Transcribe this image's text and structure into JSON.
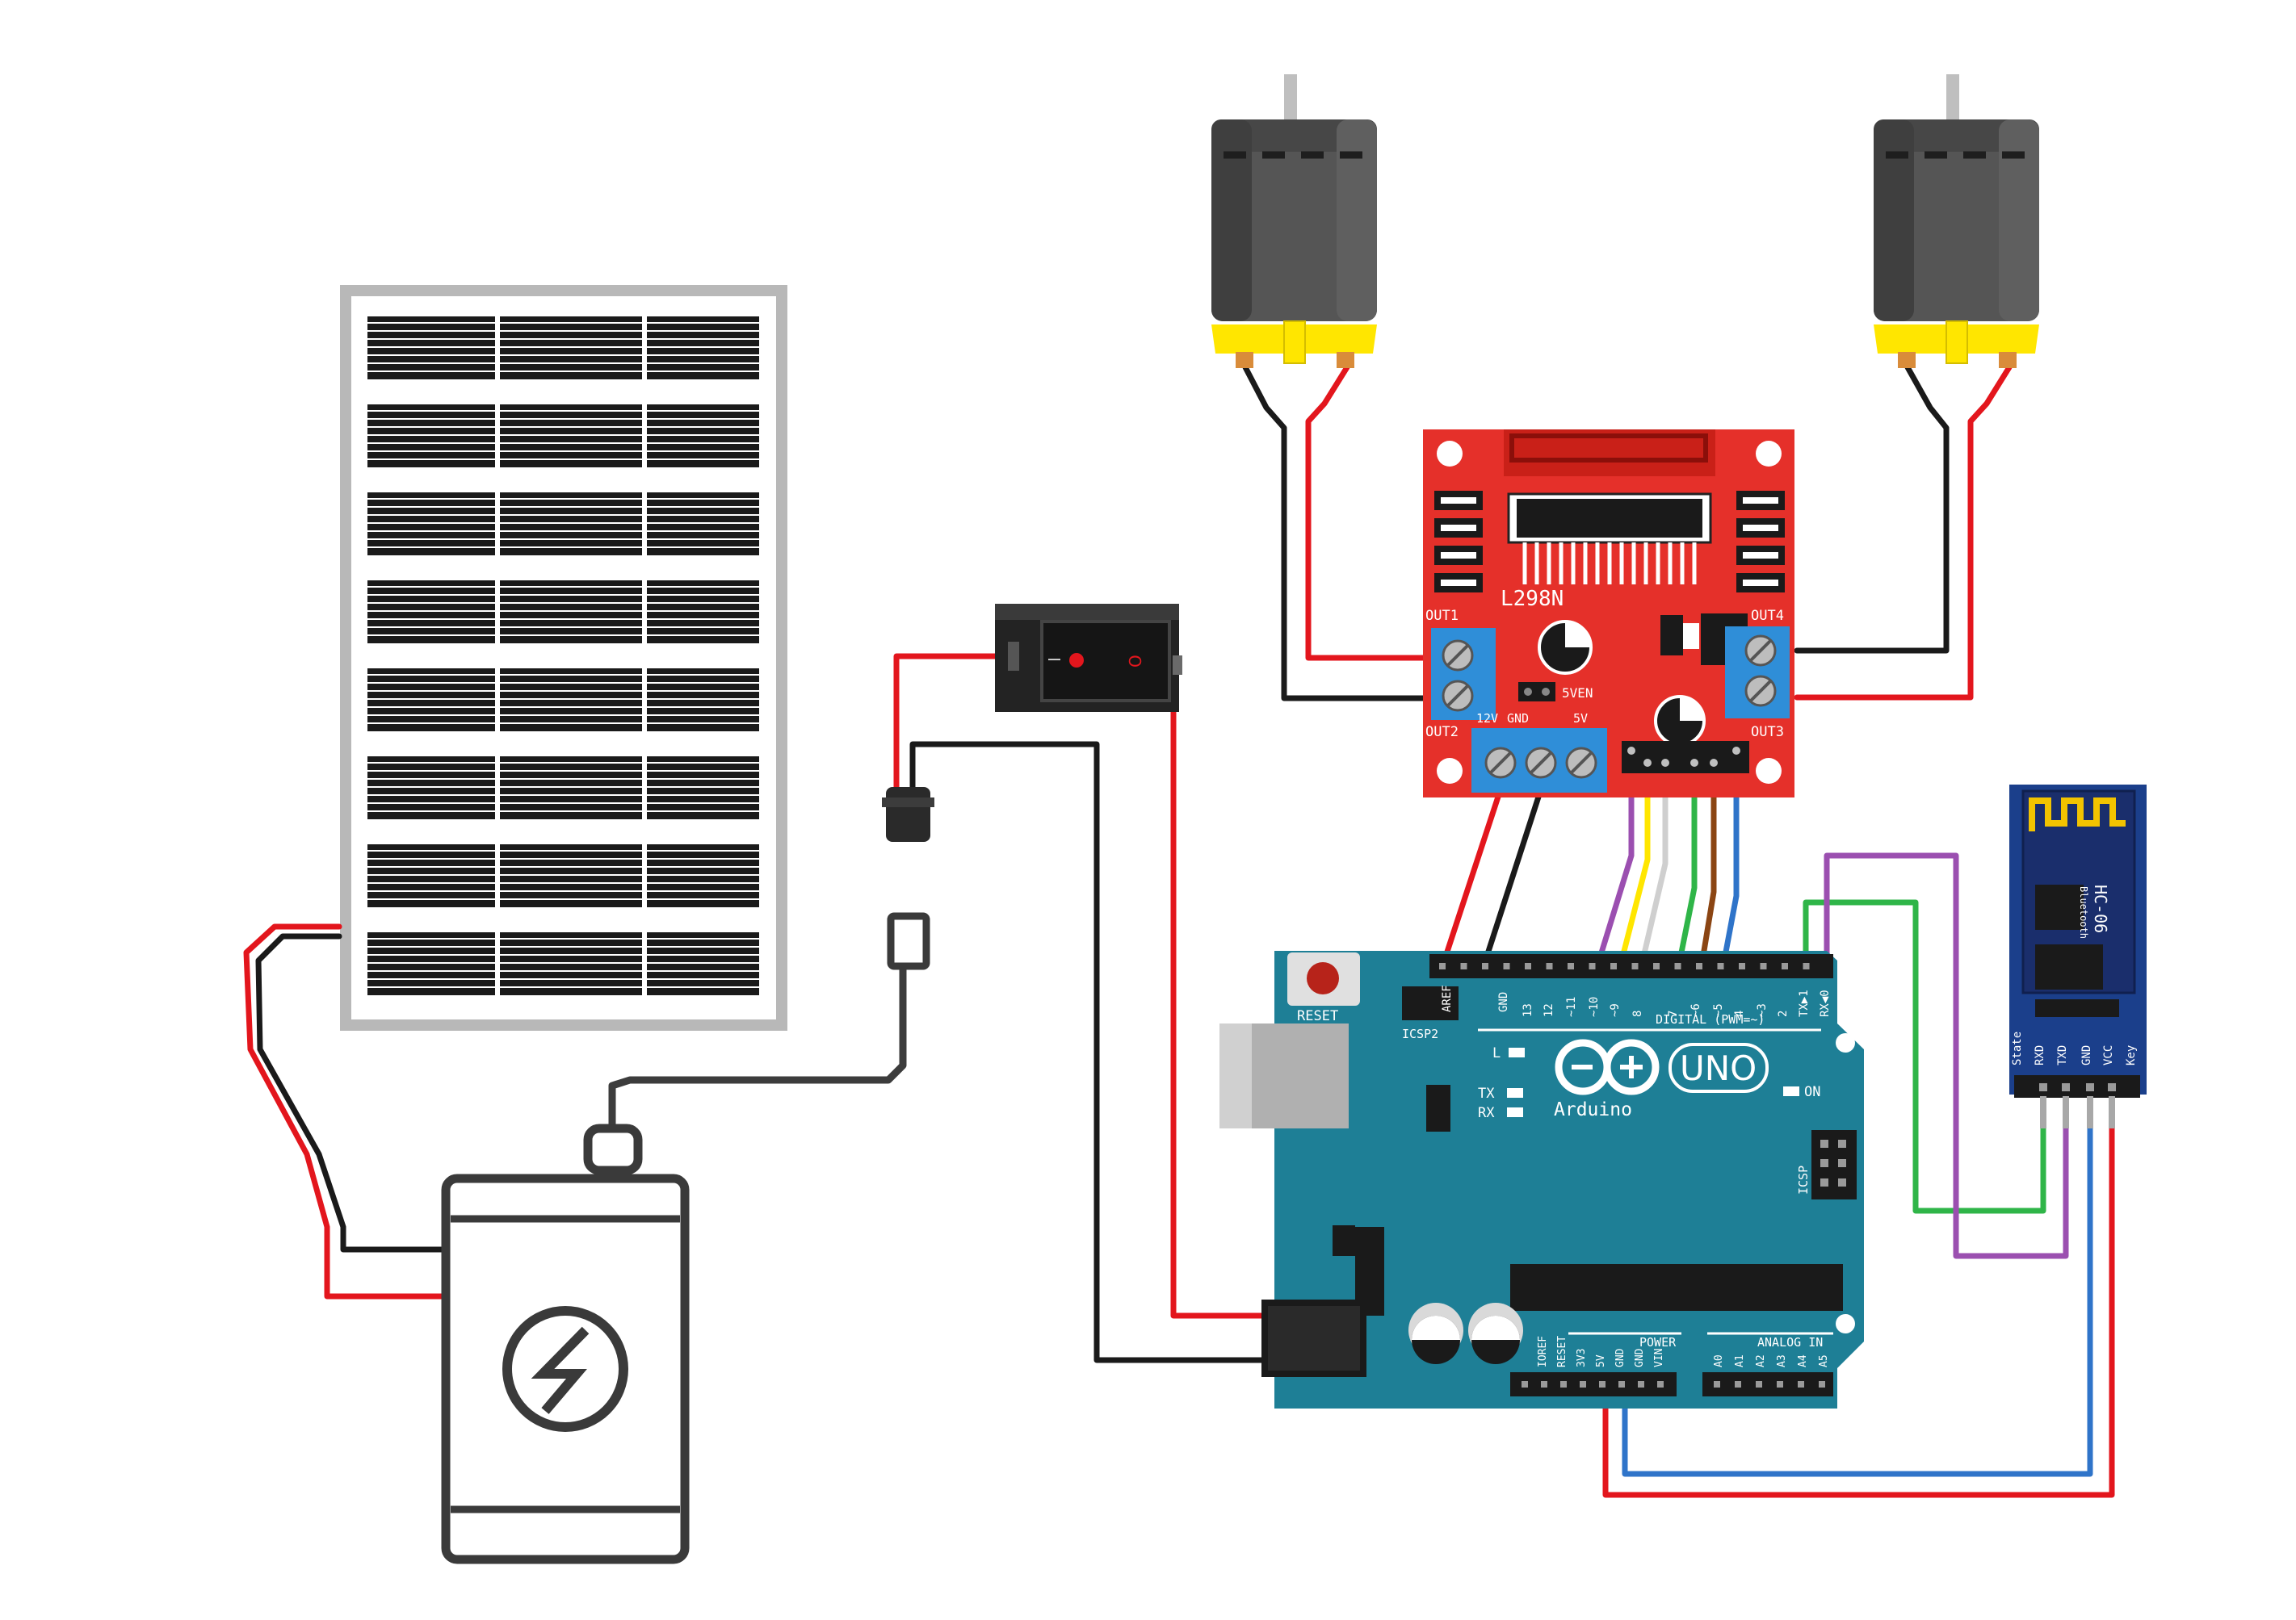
{
  "l298n": {
    "chip": "L298N",
    "out1": "OUT1",
    "out2": "OUT2",
    "out3": "OUT3",
    "out4": "OUT4",
    "v12": "12V",
    "gnd": "GND",
    "v5": "5V",
    "v5en": "5VEN"
  },
  "arduino": {
    "brand": "Arduino",
    "model": "UNO",
    "reset": "RESET",
    "aref": "AREF",
    "gnd": "GND",
    "icsp2": "ICSP2",
    "icsp": "ICSP",
    "led_l": "L",
    "tx": "TX",
    "rx": "RX",
    "on": "ON",
    "digital": "DIGITAL (PWM=~)",
    "power": "POWER",
    "analog": "ANALOG IN",
    "digital_pins": [
      "13",
      "12",
      "~11",
      "~10",
      "~9",
      "8",
      "7",
      "~6",
      "~5",
      "4",
      "~3",
      "2",
      "TX▶1",
      "RX◀0"
    ],
    "power_pins": [
      "IOREF",
      "RESET",
      "3V3",
      "5V",
      "GND",
      "GND",
      "VIN"
    ],
    "analog_pins": [
      "A0",
      "A1",
      "A2",
      "A3",
      "A4",
      "A5"
    ]
  },
  "hc06": {
    "name": "HC-06",
    "sub": "Bluetooth",
    "pins": [
      "State",
      "RXD",
      "TXD",
      "GND",
      "VCC",
      "Key"
    ]
  },
  "switch": {
    "on": "I",
    "off": "O"
  },
  "colors": {
    "wire_red": "#e3161d",
    "wire_black": "#1a1a1a",
    "wire_purple": "#9b4fb0",
    "wire_yellow": "#ffe600",
    "wire_white": "#cfcfcf",
    "wire_green": "#2fb548",
    "wire_brown": "#8b4513",
    "wire_blue": "#2f74c9",
    "l298n_board": "#e5302a",
    "arduino_board": "#1e7f96",
    "hc06_board": "#1b3f8b",
    "motor_body": "#555555",
    "motor_cap": "#ffe600"
  },
  "icons": {
    "battery_logo": "power-bank-bolt-icon"
  }
}
